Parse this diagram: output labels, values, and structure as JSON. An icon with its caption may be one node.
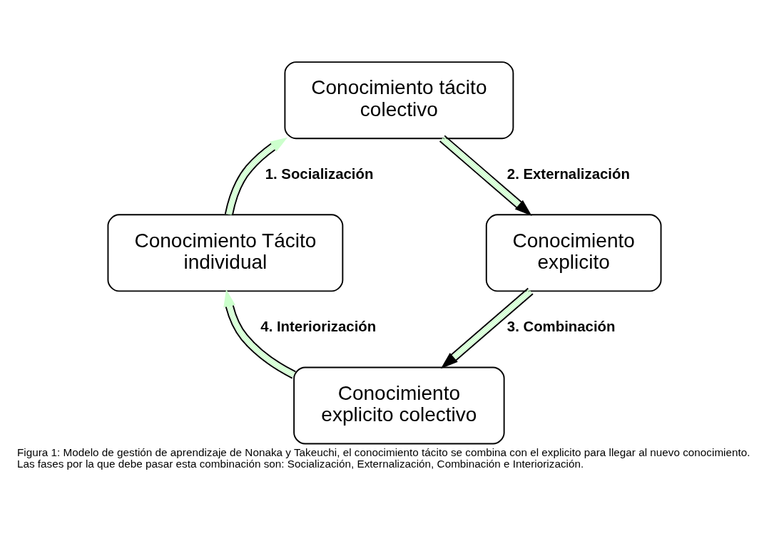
{
  "diagram": {
    "caption": "Figura 1: Modelo de gestión de aprendizaje de Nonaka y Takeuchi, el conocimiento tácito se combina con el explicito para llegar al nuevo conocimiento. Las fases por la que debe pasar esta combinación son: Socialización, Externalización, Combinación e Interiorización.",
    "nodes": [
      {
        "text": [
          "Conocimiento tácito colectivo"
        ]
      },
      {
        "text": [
          "Conocimiento Tácito individual"
        ]
      },
      {
        "text": [
          "Conocimiento explicito"
        ]
      },
      {
        "text": [
          "Conocimiento explicito colectivo"
        ]
      }
    ],
    "edges": [
      {
        "from": 1,
        "to": 0,
        "arrow": "to",
        "label": "1. Socialización"
      },
      {
        "from": 0,
        "to": 2,
        "arrow": "to",
        "label": "2. Externalización"
      },
      {
        "from": 2,
        "to": 3,
        "arrow": "to",
        "label": "3. Combinación"
      },
      {
        "from": 3,
        "to": 1,
        "arrow": "to",
        "label": "4. Interiorización"
      }
    ]
  }
}
